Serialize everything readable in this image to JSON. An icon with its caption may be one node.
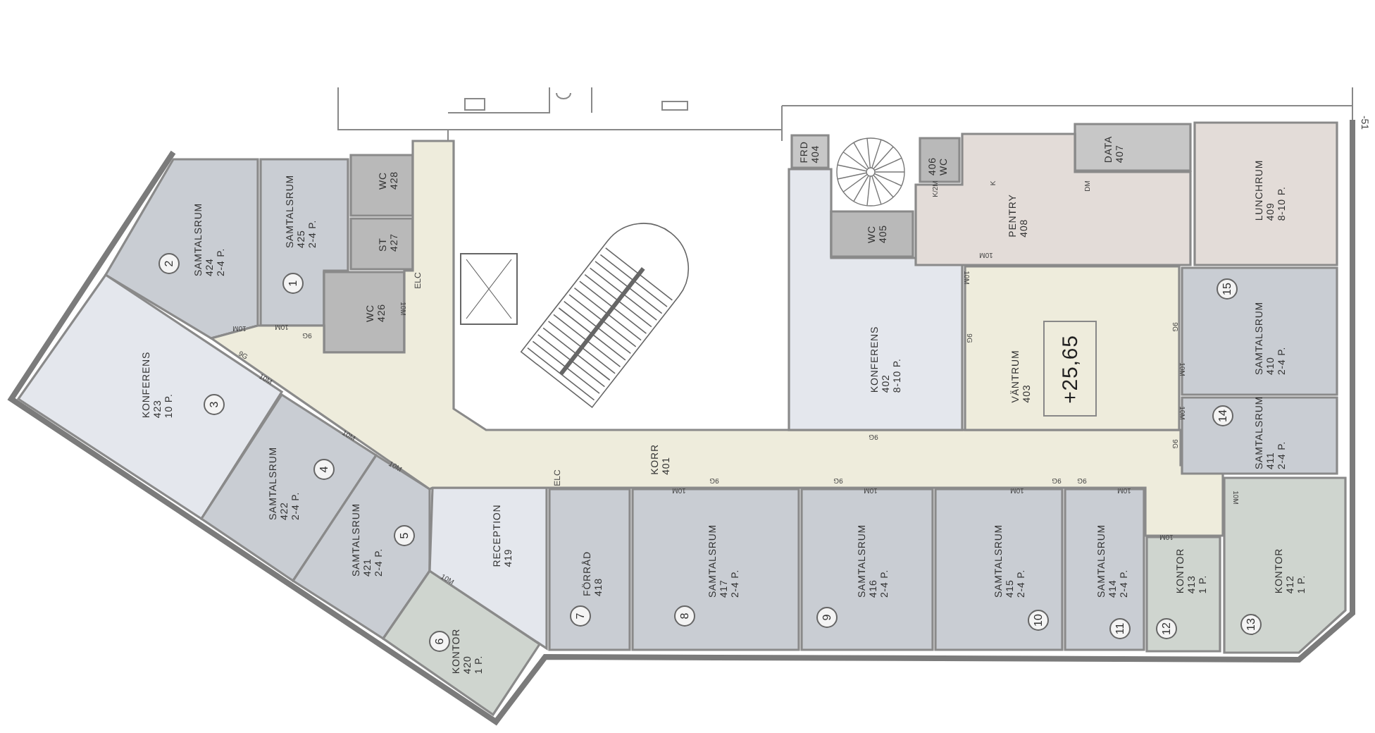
{
  "diagram": {
    "nodes": [
      {
        "text": [
          "SAMTALSRUM",
          "424",
          "2-4 P."
        ]
      },
      {
        "text": [
          "SAMTALSRUM",
          "425",
          "2-4 P."
        ]
      },
      {
        "text": [
          "WC",
          "428"
        ]
      },
      {
        "text": [
          "ST",
          "427"
        ]
      },
      {
        "text": [
          "WC",
          "426"
        ]
      },
      {
        "text": [
          "KONFERENS",
          "423",
          "10 P."
        ]
      },
      {
        "text": [
          "SAMTALSRUM",
          "422",
          "2-4 P."
        ]
      },
      {
        "text": [
          "SAMTALSRUM",
          "421",
          "2-4 P."
        ]
      },
      {
        "text": [
          "KONTOR",
          "420",
          "1 P."
        ]
      },
      {
        "text": [
          "RECEPTION",
          "419"
        ]
      },
      {
        "text": [
          "KORR",
          "401"
        ]
      },
      {
        "text": [
          "KONFERENS",
          "402",
          "8-10 P."
        ]
      },
      {
        "text": [
          "FRD",
          "404"
        ]
      },
      {
        "text": [
          "WC",
          "405"
        ]
      },
      {
        "text": [
          "406",
          "WC"
        ]
      },
      {
        "text": [
          "DATA",
          "407"
        ]
      },
      {
        "text": [
          "PENTRY",
          "408"
        ]
      },
      {
        "text": [
          "LUNCHRUM",
          "409",
          "8-10 P."
        ]
      },
      {
        "text": [
          "SAMTALSRUM",
          "410",
          "2-4 P."
        ]
      },
      {
        "text": [
          "SAMTALSRUM",
          "411",
          "2-4 P."
        ]
      },
      {
        "text": [
          "VÄNTRUM",
          "403"
        ]
      },
      {
        "text": [
          "+25,65"
        ],
        "in": 20
      },
      {
        "text": [
          "KONTOR",
          "412",
          "1 P."
        ]
      },
      {
        "text": [
          "KONTOR",
          "413",
          "1 P."
        ]
      },
      {
        "text": [
          "SAMTALSRUM",
          "414",
          "2-4 P."
        ]
      },
      {
        "text": [
          "SAMTALSRUM",
          "415",
          "2-4 P."
        ]
      },
      {
        "text": [
          "SAMTALSRUM",
          "416",
          "2-4 P."
        ]
      },
      {
        "text": [
          "SAMTALSRUM",
          "417",
          "2-4 P."
        ]
      },
      {
        "text": [
          "FÖRRÅD",
          "418"
        ]
      }
    ],
    "labels": [
      "-51",
      "2",
      "1",
      "3",
      "4",
      "5",
      "6",
      "7",
      "8",
      "9",
      "10",
      "11",
      "12",
      "13",
      "14",
      "15",
      "ELC",
      "10M",
      "10M",
      "10M",
      "9G",
      "9G",
      "10M",
      "10M",
      "10M",
      "10M",
      "10M",
      "10M",
      "9G",
      "9G",
      "10M",
      "10M",
      "9G",
      "9G",
      "ELC",
      "10M",
      "9G",
      "9G",
      "10M",
      "10M",
      "9G",
      "9G",
      "10M",
      "10M",
      "10M",
      "K/2M",
      "K",
      "DM"
    ]
  }
}
